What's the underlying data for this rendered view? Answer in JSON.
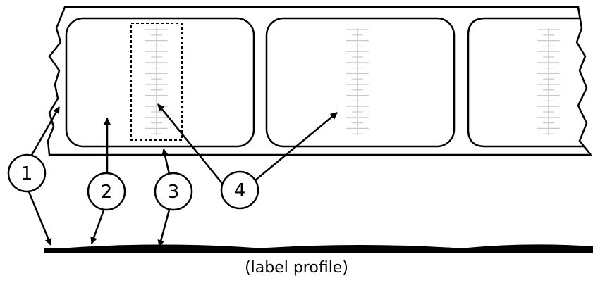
{
  "callouts": [
    {
      "id": 1,
      "label": "1"
    },
    {
      "id": 2,
      "label": "2"
    },
    {
      "id": 3,
      "label": "3"
    },
    {
      "id": 4,
      "label": "4"
    }
  ],
  "caption": "(label profile)",
  "colors": {
    "line": "#000000",
    "ruler": "#c8c8c8",
    "background": "#ffffff"
  }
}
